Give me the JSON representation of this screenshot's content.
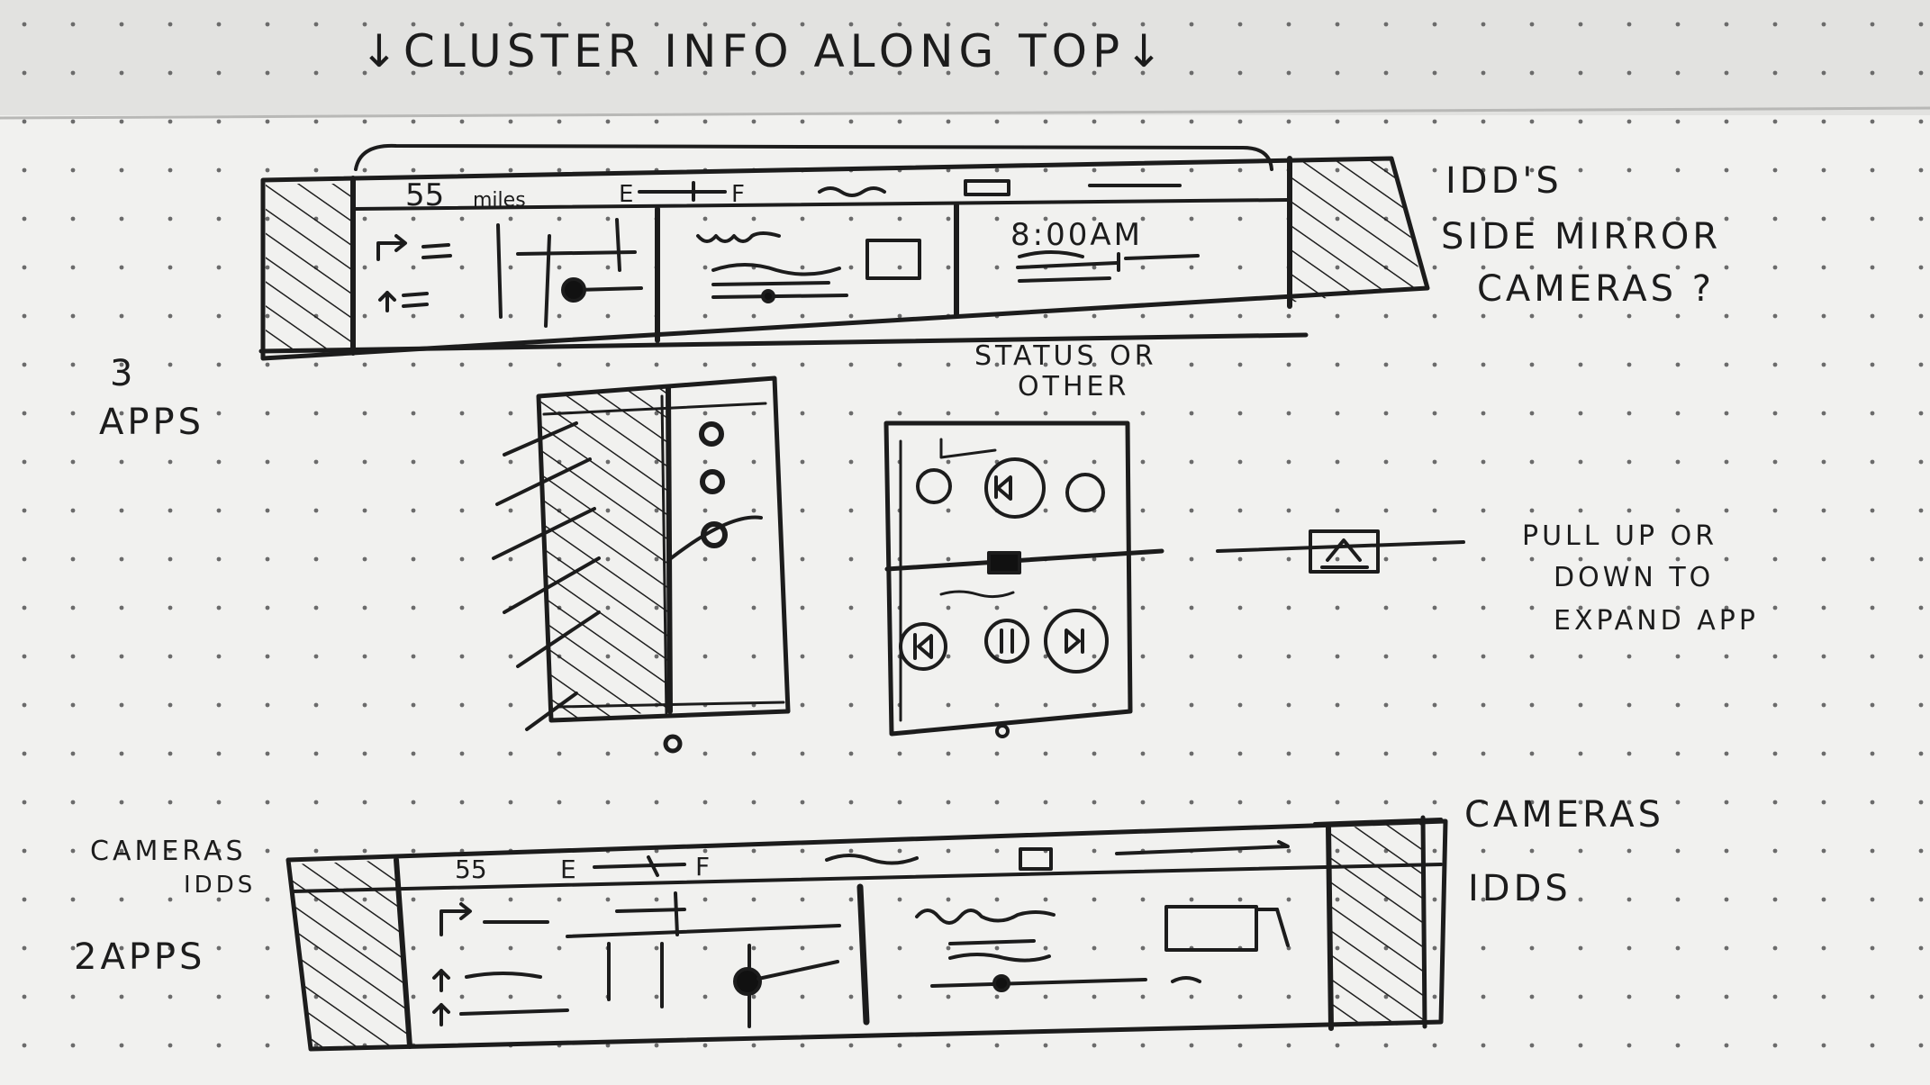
{
  "notes": {
    "top_title": "CLUSTER INFO ALONG TOP",
    "idds_side": "IDD'S",
    "side_mirror_line1": "SIDE MIRROR",
    "side_mirror_line2": "CAMERAS ?",
    "three_apps_num": "3",
    "three_apps_word": "APPS",
    "status_line1": "STATUS OR",
    "status_line2": "OTHER",
    "pull_line1": "PULL UP OR",
    "pull_line2": "DOWN TO",
    "pull_line3": "EXPAND APP",
    "cameras_left": "CAMERAS",
    "idds_left": "IDDS",
    "two_apps": "2APPS",
    "cameras_right": "CAMERAS",
    "idds_right": "IDDS"
  },
  "cluster_top": {
    "speed": "55",
    "speed_unit": "miles",
    "fuel_empty": "E",
    "fuel_full": "F",
    "time": "8:00AM"
  },
  "cluster_bottom": {
    "speed": "55",
    "fuel_empty": "E",
    "fuel_full": "F"
  }
}
